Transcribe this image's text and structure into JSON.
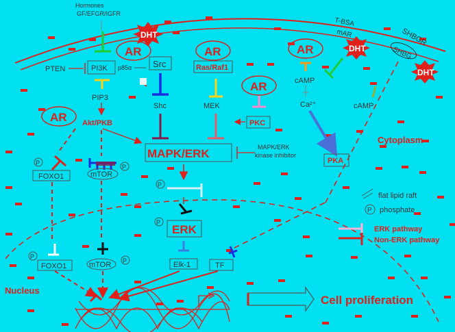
{
  "membrane": {
    "hormones": "Hormones",
    "growth_factors": "GF/EFGR/IGFR",
    "tbsa": "T-BSA",
    "mar": "mAR",
    "shbgr": "SHBGR",
    "shbg": "SHBG"
  },
  "dht": [
    "DHT",
    "DHT",
    "DHT"
  ],
  "receptors": {
    "ar_main": "AR",
    "ar_ras": "AR",
    "ar_camp": "AR",
    "ar_pkc": "AR",
    "ar_akt": "AR"
  },
  "nodes": {
    "pten": "PTEN",
    "pi3k": "PI3K",
    "p85": "p85α",
    "src": "Src",
    "ras_raf": "Ras/Raf1",
    "camp_top": "cAMP",
    "pip3": "PIP3",
    "shc": "Shc",
    "mek": "MEK",
    "ca": "Ca²⁺",
    "camp_mid": "cAMP",
    "akt": "Akt/PKB",
    "pkc": "PKC",
    "mapk": "MAPK/ERK",
    "inhibitor_line1": "MAPK/ERK",
    "inhibitor_line2": "kinase inhibitor",
    "pka": "PKA",
    "foxo1_cyto": "FOXO1",
    "mtor_cyto": "mTOR",
    "erk": "ERK",
    "foxo1_nuc": "FOXO1",
    "mtor_nuc": "mTOR",
    "elk1": "Elk-1",
    "tf": "TF",
    "phospho": "P"
  },
  "regions": {
    "cytoplasm": "Cytoplasm",
    "nucleus": "Nucleus"
  },
  "legend": {
    "lipid_raft": "flat lipid raft",
    "phosphate": "phosphate",
    "erk_pathway": "ERK pathway",
    "non_erk_pathway": "Non-ERK pathway"
  },
  "outcome": "Cell proliferation",
  "colors": {
    "background": "#00E0F0",
    "pathway_red": "#E0201B",
    "label_dark": "#333333"
  }
}
